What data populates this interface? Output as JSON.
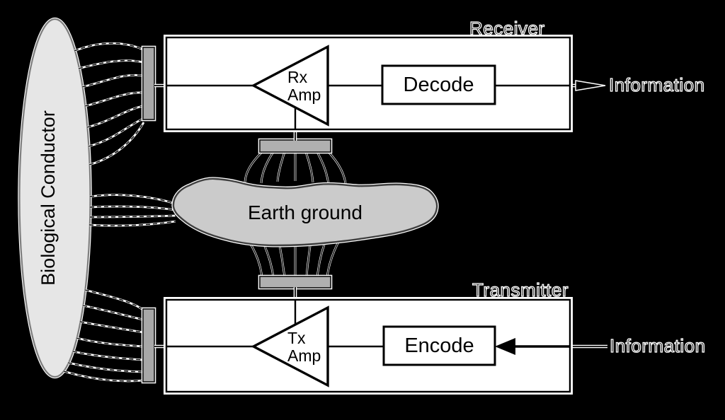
{
  "conductor": {
    "label": "Biological Conductor"
  },
  "ground": {
    "label": "Earth ground"
  },
  "receiver": {
    "title": "Receiver",
    "amp_top": "Rx",
    "amp_bottom": "Amp",
    "block": "Decode",
    "output": "Information"
  },
  "transmitter": {
    "title": "Transmitter",
    "amp_top": "Tx",
    "amp_bottom": "Amp",
    "block": "Encode",
    "input": "Information"
  },
  "colors": {
    "background": "#000000",
    "panel_fill": "#ffffff",
    "line": "#000000",
    "line_casing": "#ffffff",
    "conductor_fill": "#e6e6e6",
    "conductor_stroke": "#7d7d7d",
    "ground_fill": "#cbcbcb",
    "ground_stroke": "#3f3f3f",
    "electrode_fill": "#a8a8a8"
  }
}
